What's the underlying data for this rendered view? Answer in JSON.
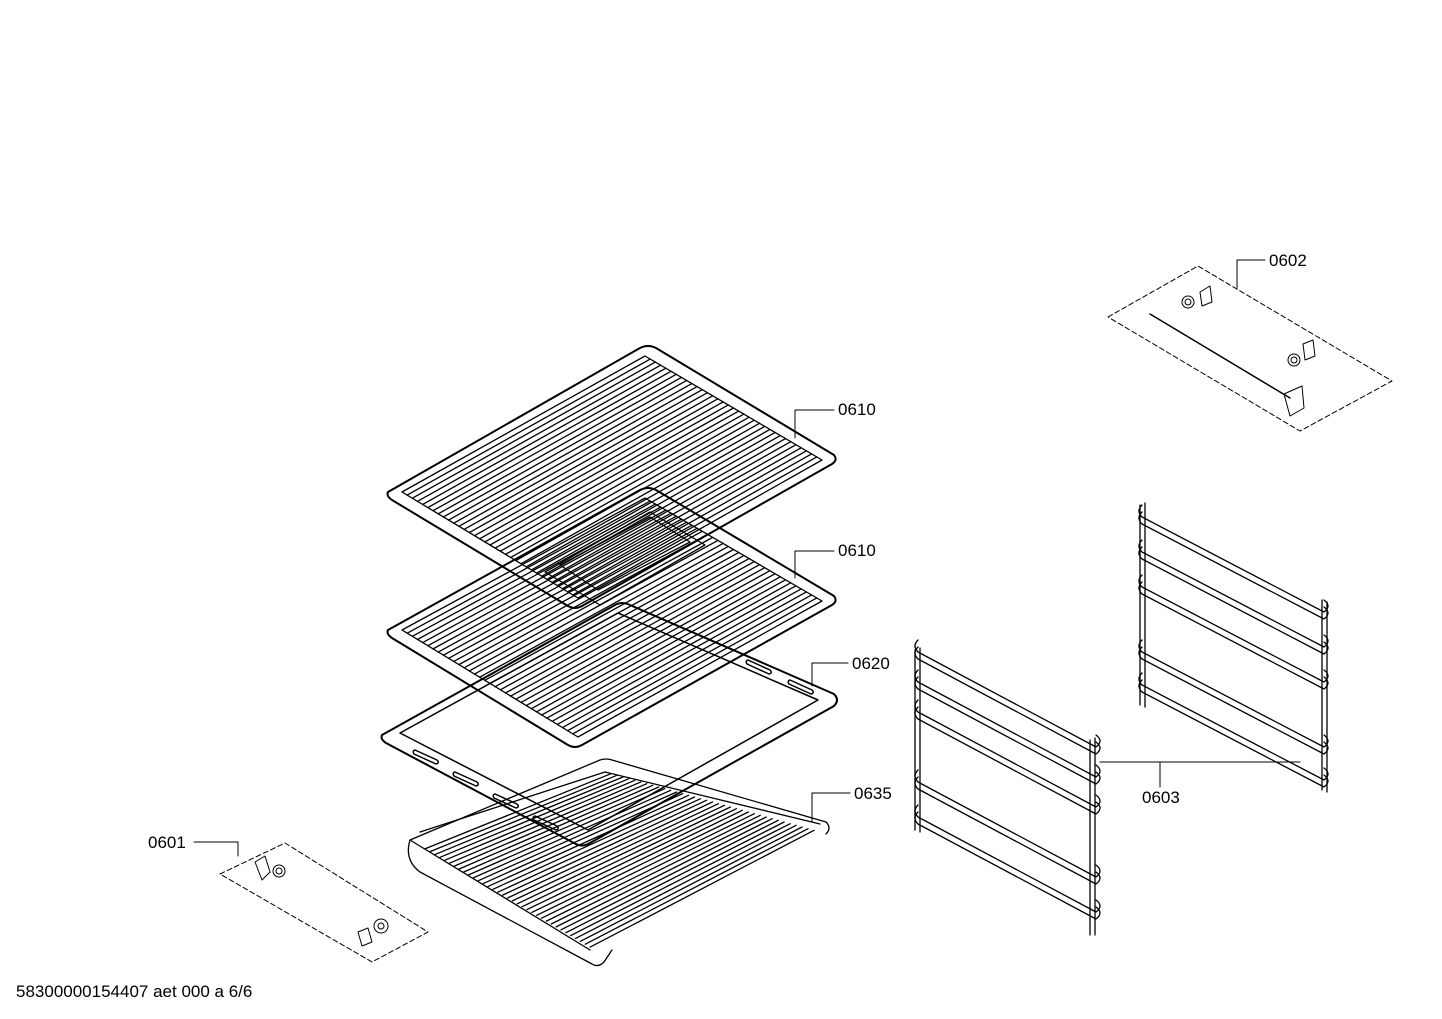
{
  "callouts": {
    "rack_upper": "0610",
    "rack_lower": "0610",
    "tray": "0620",
    "wire_grid": "0635",
    "clips_left": "0601",
    "clips_right": "0602",
    "side_racks": "0603"
  },
  "footer": "58300000154407 aet 000 a 6/6"
}
